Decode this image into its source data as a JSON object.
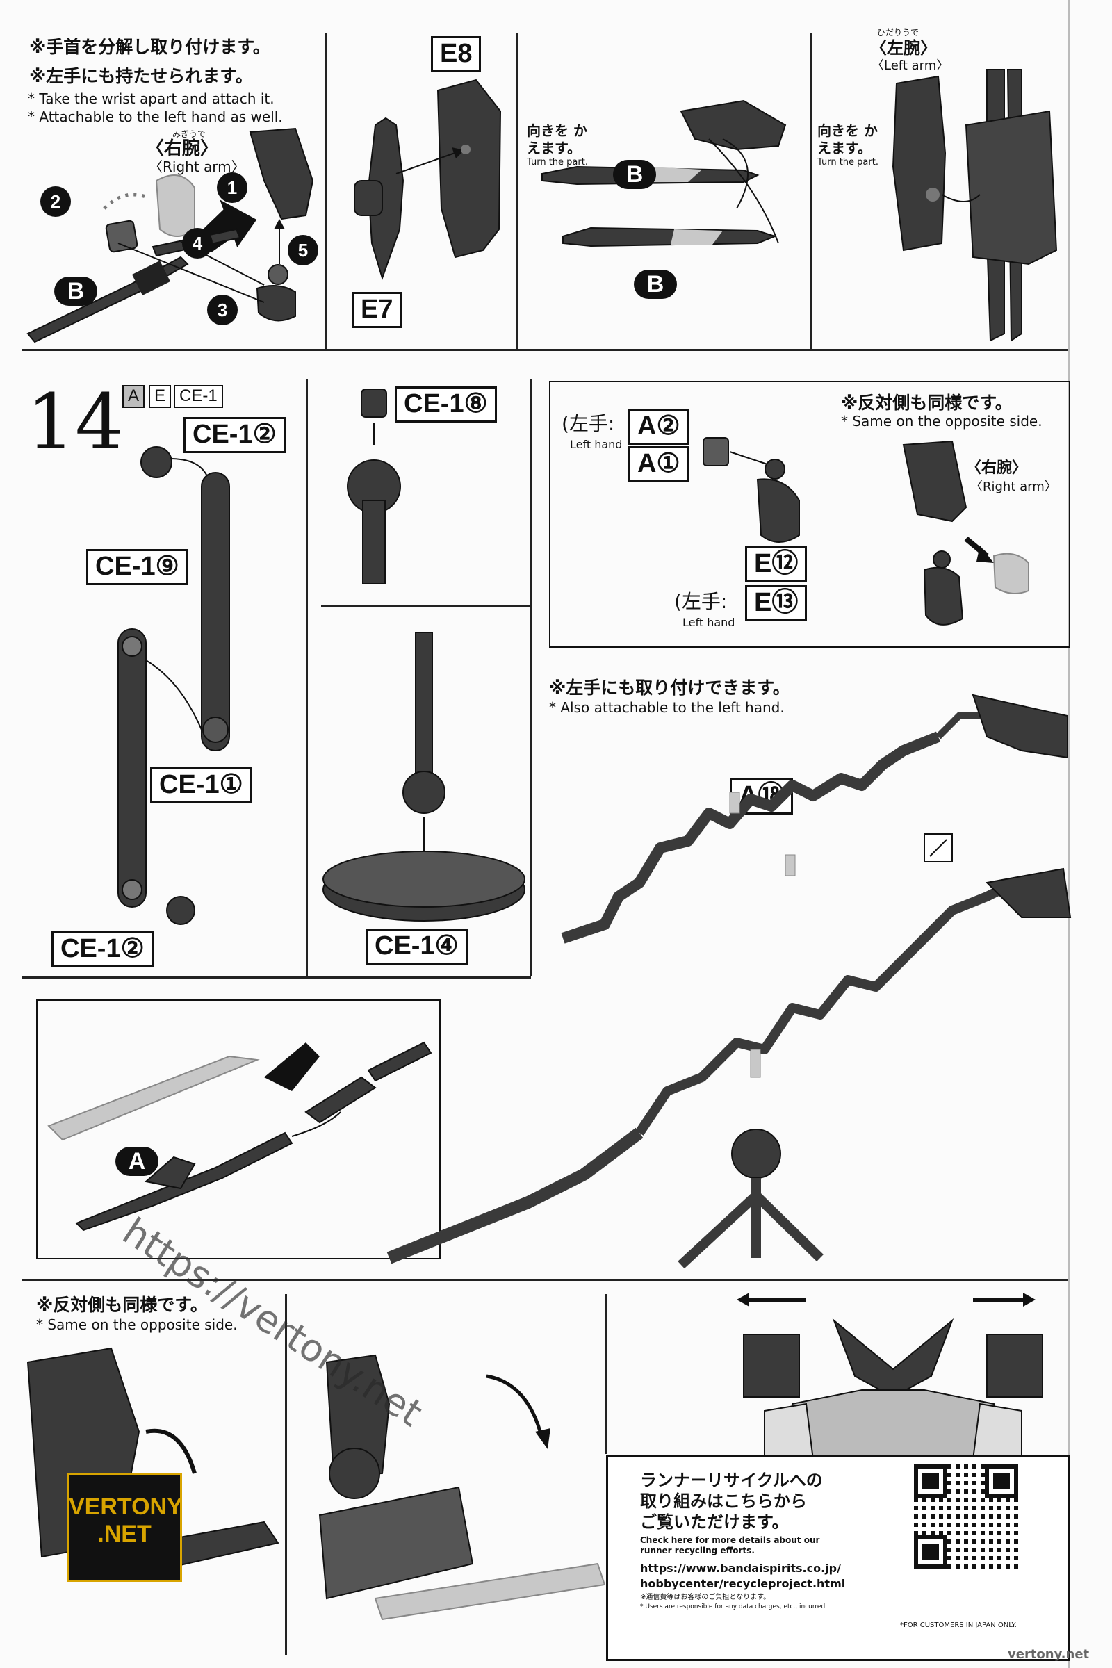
{
  "step_number": "14",
  "step_runners": [
    "A",
    "E",
    "CE-1"
  ],
  "top_left": {
    "jp_line1": "※手首を分解し取り付けます。",
    "jp_line2": "※左手にも持たせられます。",
    "en_line1": "* Take the wrist apart and attach it.",
    "en_line2": "* Attachable to the left hand as well.",
    "arm_label_jp": "〈右腕〉",
    "arm_label_ruby": "みぎうで",
    "arm_label_en": "〈Right arm〉",
    "order_numbers": [
      "1",
      "2",
      "3",
      "4",
      "5"
    ],
    "runner": "B"
  },
  "top_mid": {
    "part_top": "E8",
    "part_bottom": "E7"
  },
  "top_right": {
    "turn_jp": "向きを かえます。",
    "turn_en": "Turn the part.",
    "runner_a": "B",
    "runner_b": "B",
    "arm_label_jp": "〈左腕〉",
    "arm_label_ruby": "ひだりうで",
    "arm_label_en": "〈Left arm〉",
    "turn2_jp": "向きを かえます。",
    "turn2_en": "Turn the part."
  },
  "mid_left": {
    "parts": [
      "CE-1②",
      "CE-1⑨",
      "CE-1①",
      "CE-1②"
    ]
  },
  "mid_center": {
    "part_top": "CE-1⑧",
    "part_bottom": "CE-1④"
  },
  "mid_right": {
    "left_hand_prefix": "(左手:",
    "left_hand_en": "Left hand",
    "part_a2": "A②",
    "part_a1": "A①",
    "same_jp": "※反対側も同様です。",
    "same_en": "* Same on the opposite side.",
    "arm_label_jp": "〈右腕〉",
    "arm_label_en": "〈Right arm〉",
    "part_e12": "E⑫",
    "part_e13": "E⑬",
    "left_hand_en2": "Left hand"
  },
  "effect": {
    "jp": "※左手にも取り付けできます。",
    "en": "* Also attachable to the left hand.",
    "part": "A⑱"
  },
  "lower_left": {
    "runner": "A"
  },
  "bottom_left": {
    "same_jp": "※反対側も同様です。",
    "same_en": "* Same on the opposite side."
  },
  "recycle": {
    "jp_line1": "ランナーリサイクルへの",
    "jp_line2": "取り組みはこちらから",
    "jp_line3": "ご覧いただけます。",
    "en_line": "Check here for more details about our runner recycling efforts.",
    "url_line1": "https://www.bandaispirits.co.jp/",
    "url_line2": "hobbycenter/recycleproject.html",
    "fee_jp": "※通信費等はお客様のご負担となります。",
    "fee_en": "* Users are responsible for any data charges, etc., incurred.",
    "japan_only": "*FOR CUSTOMERS IN JAPAN ONLY."
  },
  "watermarks": {
    "url": "https://vertony.net",
    "logo_line1": "VERTONY",
    "logo_line2": ".NET",
    "footer": "vertony.net"
  },
  "colors": {
    "ink": "#111111",
    "part_gray": "#3a3a3a",
    "highlight": "#c8c8c8",
    "logo_gold": "#d8a400"
  }
}
